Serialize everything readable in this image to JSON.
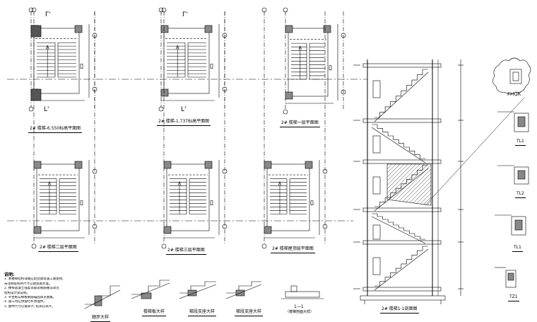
{
  "sheet": {
    "plans": [
      {
        "label": "2# 楼梯-6.550标高平面图"
      },
      {
        "label": "2# 楼梯-1.737标高平面图"
      },
      {
        "label": "2# 楼梯一层平面图"
      },
      {
        "label": "2# 楼梯二层平面图"
      },
      {
        "label": "2# 楼梯三层平面图"
      },
      {
        "label": "2# 楼梯屋顶层平面图"
      }
    ],
    "section_label": "2# 楼梯1-1剖面图",
    "beam_details": [
      "TL1",
      "TL2",
      "TL1",
      "TZ1"
    ],
    "detail_callout": "FHQK",
    "section_marks": [
      "Γ'",
      "Γ'",
      "L'",
      "L'"
    ],
    "small_details": [
      {
        "label": "踏步大样"
      },
      {
        "label": "楼梯板大样"
      },
      {
        "label": "梯段支座大样"
      },
      {
        "label": "梯段支座大样"
      },
      {
        "label": "1—1",
        "sub": "（楼梯剖面大样）"
      }
    ],
    "notes": {
      "title": "说明:",
      "lines": [
        "1. 本楼梯结构详图应结合建筑施工图使用,",
        "   未注明处构件尺寸以建筑图为准。",
        "2. 楼梯混凝土强度等级及钢筋做法详见",
        "   结构设计总说明。",
        "3. 平台板与梯板钢筋锚固详见图集。",
        "4. 施工时应预留栏杆预埋件。",
        "5. 图中尺寸以毫米计, 标高以米计。"
      ]
    }
  }
}
